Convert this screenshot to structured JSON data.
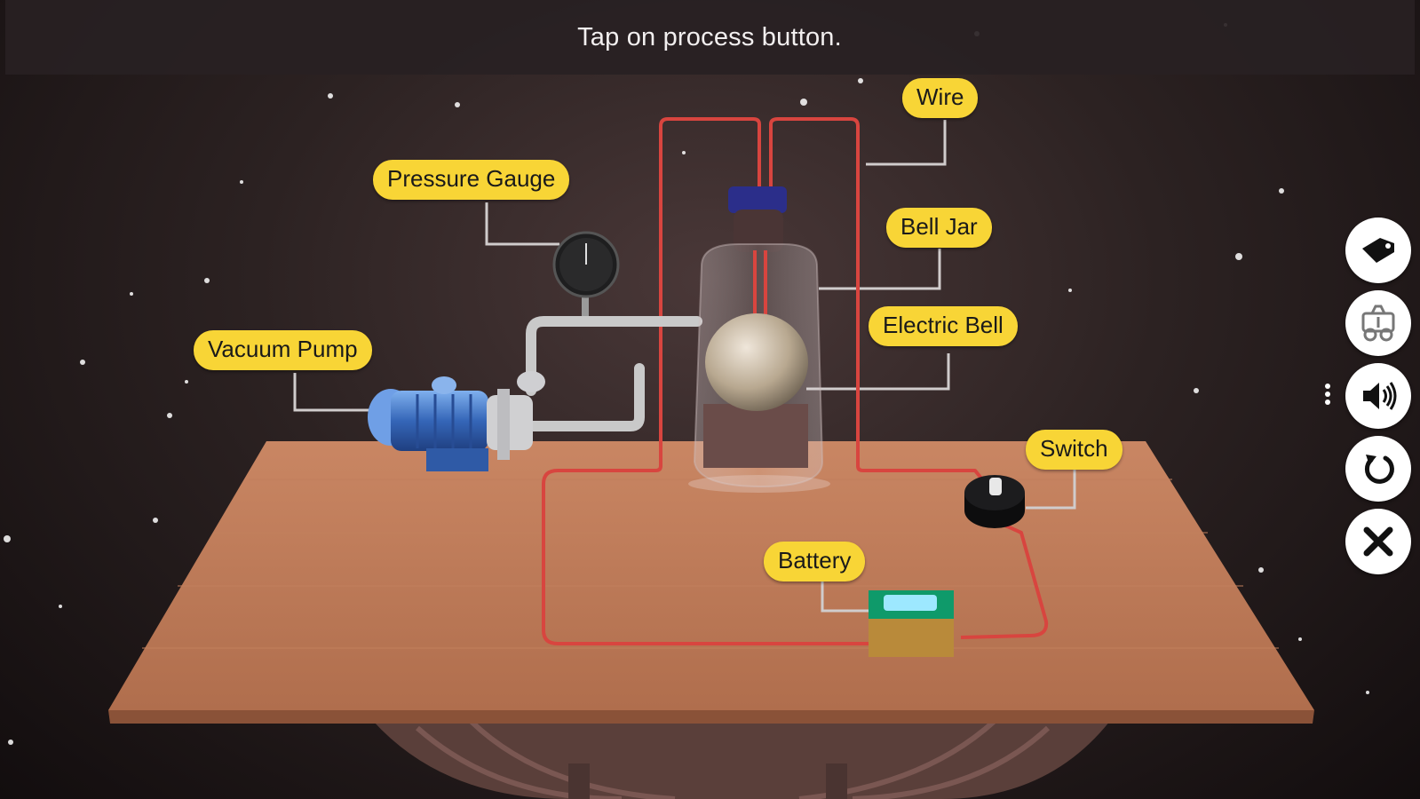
{
  "header": {
    "instruction": "Tap on process button."
  },
  "labels": {
    "wire": "Wire",
    "pressure_gauge": "Pressure Gauge",
    "bell_jar": "Bell Jar",
    "electric_bell": "Electric Bell",
    "vacuum_pump": "Vacuum Pump",
    "switch": "Switch",
    "battery": "Battery"
  },
  "toolbar": {
    "buttons": [
      {
        "icon": "label-tag-icon"
      },
      {
        "icon": "process-machine-icon"
      },
      {
        "icon": "speaker-icon"
      },
      {
        "icon": "reset-icon"
      },
      {
        "icon": "close-icon"
      }
    ]
  },
  "colors": {
    "label_bg": "#f8d536",
    "wire": "#d8453f",
    "table": "#b8734f",
    "pump_blue": "#3a6fc4"
  }
}
